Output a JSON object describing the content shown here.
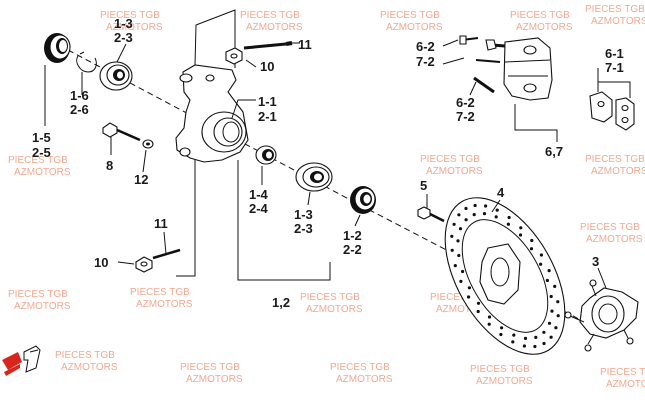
{
  "watermark": {
    "line1": "PIECES TGB",
    "line2": "AZMOTORS"
  },
  "labels": {
    "l_1_3a": "1-3",
    "l_2_3a": "2-3",
    "l_1_6": "1-6",
    "l_2_6": "2-6",
    "l_1_5": "1-5",
    "l_2_5": "2-5",
    "l_8": "8",
    "l_12": "12",
    "l_1_1": "1-1",
    "l_2_1": "2-1",
    "l_11a": "11",
    "l_10a": "10",
    "l_1_4": "1-4",
    "l_2_4": "2-4",
    "l_1_3b": "1-3",
    "l_2_3b": "2-3",
    "l_1_2": "1-2",
    "l_2_2": "2-2",
    "l_11b": "11",
    "l_10b": "10",
    "l_12total": "1,2",
    "l_5": "5",
    "l_4": "4",
    "l_3": "3",
    "l_6_2a": "6-2",
    "l_7_2a": "7-2",
    "l_6_2b": "6-2",
    "l_7_2b": "7-2",
    "l_6_1": "6-1",
    "l_7_1": "7-1",
    "l_67": "6,7"
  }
}
